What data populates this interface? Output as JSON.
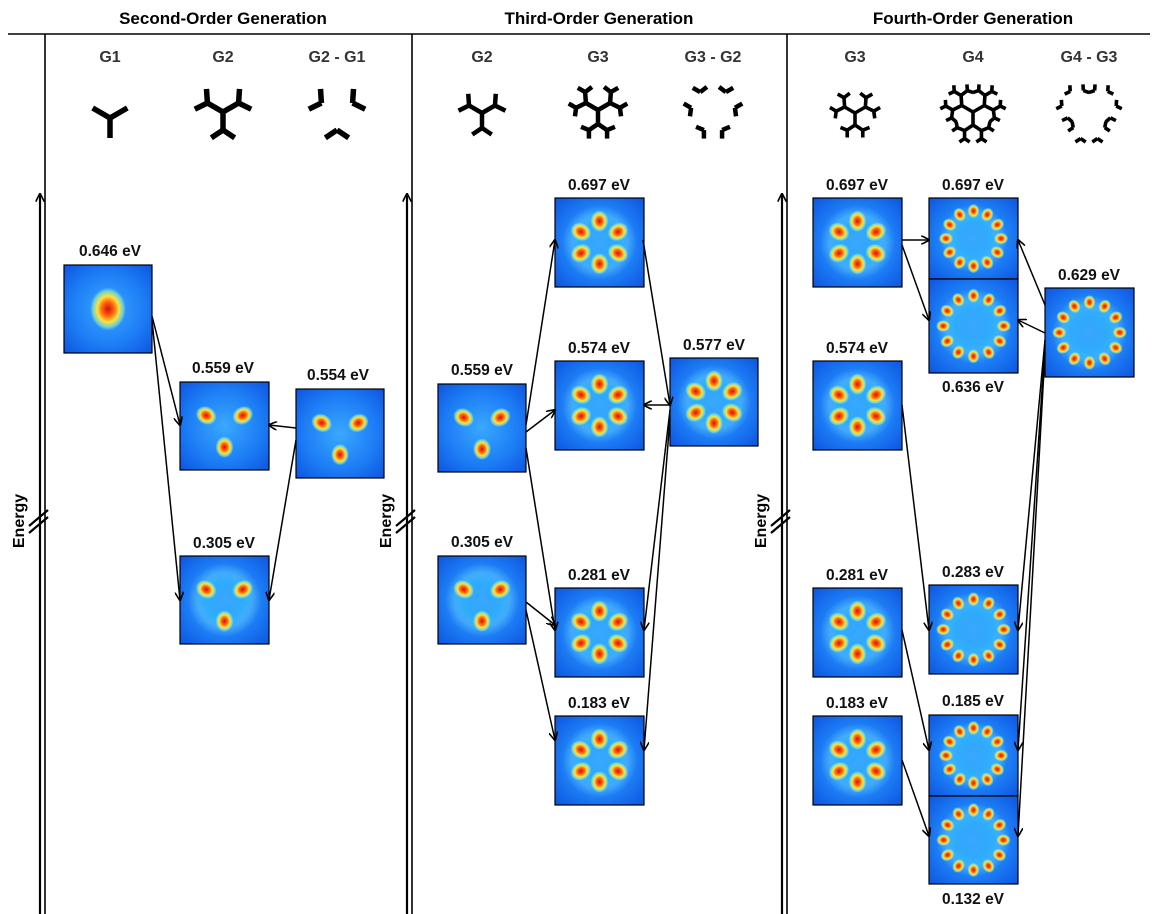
{
  "colors": {
    "field": "#1a66ff",
    "hot": "#e8140a",
    "frame": "#000000"
  },
  "panels": [
    {
      "title": "Second-Order Generation",
      "axis_label": "Energy",
      "columns": [
        "G1",
        "G2",
        "G2 - G1"
      ],
      "modes": [
        {
          "label": "0.646 eV"
        },
        {
          "label": "0.559 eV"
        },
        {
          "label": "0.554 eV"
        },
        {
          "label": "0.305 eV"
        }
      ]
    },
    {
      "title": "Third-Order Generation",
      "axis_label": "Energy",
      "columns": [
        "G2",
        "G3",
        "G3 - G2"
      ],
      "modes": [
        {
          "label": "0.697 eV"
        },
        {
          "label": "0.559 eV"
        },
        {
          "label": "0.574 eV"
        },
        {
          "label": "0.577 eV"
        },
        {
          "label": "0.305 eV"
        },
        {
          "label": "0.281 eV"
        },
        {
          "label": "0.183 eV"
        }
      ]
    },
    {
      "title": "Fourth-Order Generation",
      "axis_label": "Energy",
      "columns": [
        "G3",
        "G4",
        "G4 - G3"
      ],
      "modes": [
        {
          "label": "0.697 eV"
        },
        {
          "label": "0.697 eV"
        },
        {
          "label": "0.629 eV"
        },
        {
          "label": "0.636 eV"
        },
        {
          "label": "0.574 eV"
        },
        {
          "label": "0.281 eV"
        },
        {
          "label": "0.283 eV"
        },
        {
          "label": "0.183 eV"
        },
        {
          "label": "0.185 eV"
        },
        {
          "label": "0.132 eV"
        }
      ]
    }
  ]
}
